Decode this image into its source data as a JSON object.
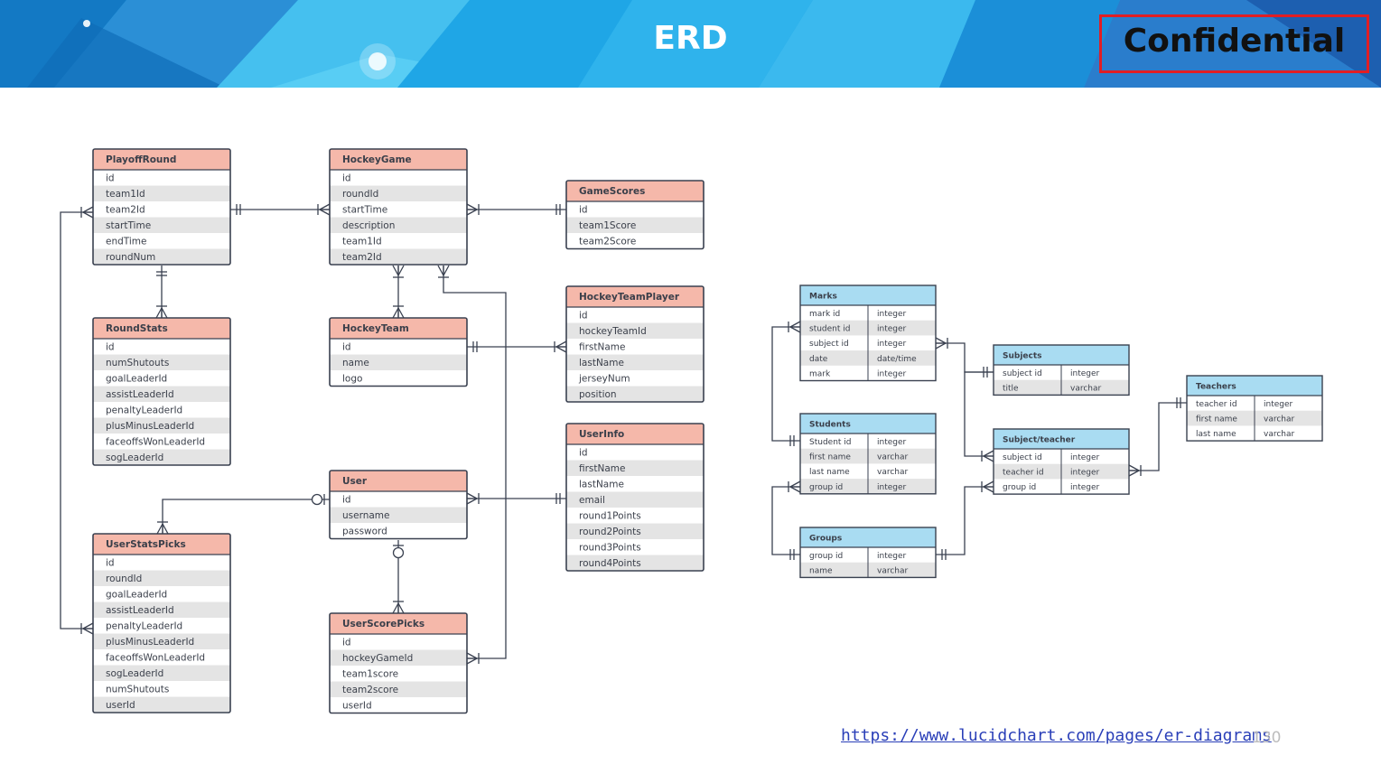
{
  "slide": {
    "title": "ERD",
    "confidential_label": "Confidential",
    "source_link": "https://www.lucidchart.com/pages/er-diagrams",
    "page_number": "130"
  },
  "colors": {
    "header_blue": "#1fa6e6",
    "hockey_header": "#f5b8aa",
    "school_header": "#a9dcf2",
    "row_alt": "#e4e4e4",
    "line": "#3a4150",
    "confidential_border": "#e01e24"
  },
  "hockey_tables": [
    {
      "key": "playoffround",
      "name": "PlayoffRound",
      "fields": [
        "id",
        "team1Id",
        "team2Id",
        "startTime",
        "endTime",
        "roundNum"
      ]
    },
    {
      "key": "hockeygame",
      "name": "HockeyGame",
      "fields": [
        "id",
        "roundId",
        "startTime",
        "description",
        "team1Id",
        "team2Id"
      ]
    },
    {
      "key": "gamescores",
      "name": "GameScores",
      "fields": [
        "id",
        "team1Score",
        "team2Score"
      ]
    },
    {
      "key": "roundstats",
      "name": "RoundStats",
      "fields": [
        "id",
        "numShutouts",
        "goalLeaderId",
        "assistLeaderId",
        "penaltyLeaderId",
        "plusMinusLeaderId",
        "faceoffsWonLeaderId",
        "sogLeaderId"
      ]
    },
    {
      "key": "hockeyteam",
      "name": "HockeyTeam",
      "fields": [
        "id",
        "name",
        "logo"
      ]
    },
    {
      "key": "hockeyteamplayer",
      "name": "HockeyTeamPlayer",
      "fields": [
        "id",
        "hockeyTeamId",
        "firstName",
        "lastName",
        "jerseyNum",
        "position"
      ]
    },
    {
      "key": "userinfo",
      "name": "UserInfo",
      "fields": [
        "id",
        "firstName",
        "lastName",
        "email",
        "round1Points",
        "round2Points",
        "round3Points",
        "round4Points"
      ]
    },
    {
      "key": "user",
      "name": "User",
      "fields": [
        "id",
        "username",
        "password"
      ]
    },
    {
      "key": "userstatspicks",
      "name": "UserStatsPicks",
      "fields": [
        "id",
        "roundId",
        "goalLeaderId",
        "assistLeaderId",
        "penaltyLeaderId",
        "plusMinusLeaderId",
        "faceoffsWonLeaderId",
        "sogLeaderId",
        "numShutouts",
        "userId"
      ]
    },
    {
      "key": "userscorepicks",
      "name": "UserScorePicks",
      "fields": [
        "id",
        "hockeyGameId",
        "team1score",
        "team2score",
        "userId"
      ]
    }
  ],
  "school_tables": [
    {
      "key": "marks",
      "name": "Marks",
      "rows": [
        [
          "mark id",
          "integer"
        ],
        [
          "student id",
          "integer"
        ],
        [
          "subject id",
          "integer"
        ],
        [
          "date",
          "date/time"
        ],
        [
          "mark",
          "integer"
        ]
      ]
    },
    {
      "key": "subjects",
      "name": "Subjects",
      "rows": [
        [
          "subject id",
          "integer"
        ],
        [
          "title",
          "varchar"
        ]
      ]
    },
    {
      "key": "teachers",
      "name": "Teachers",
      "rows": [
        [
          "teacher id",
          "integer"
        ],
        [
          "first name",
          "varchar"
        ],
        [
          "last name",
          "varchar"
        ]
      ]
    },
    {
      "key": "students",
      "name": "Students",
      "rows": [
        [
          "Student id",
          "integer"
        ],
        [
          "first name",
          "varchar"
        ],
        [
          "last name",
          "varchar"
        ],
        [
          "group id",
          "integer"
        ]
      ]
    },
    {
      "key": "subjectteacher",
      "name": "Subject/teacher",
      "rows": [
        [
          "subject id",
          "integer"
        ],
        [
          "teacher id",
          "integer"
        ],
        [
          "group id",
          "integer"
        ]
      ]
    },
    {
      "key": "groups",
      "name": "Groups",
      "rows": [
        [
          "group id",
          "integer"
        ],
        [
          "name",
          "varchar"
        ]
      ]
    }
  ]
}
